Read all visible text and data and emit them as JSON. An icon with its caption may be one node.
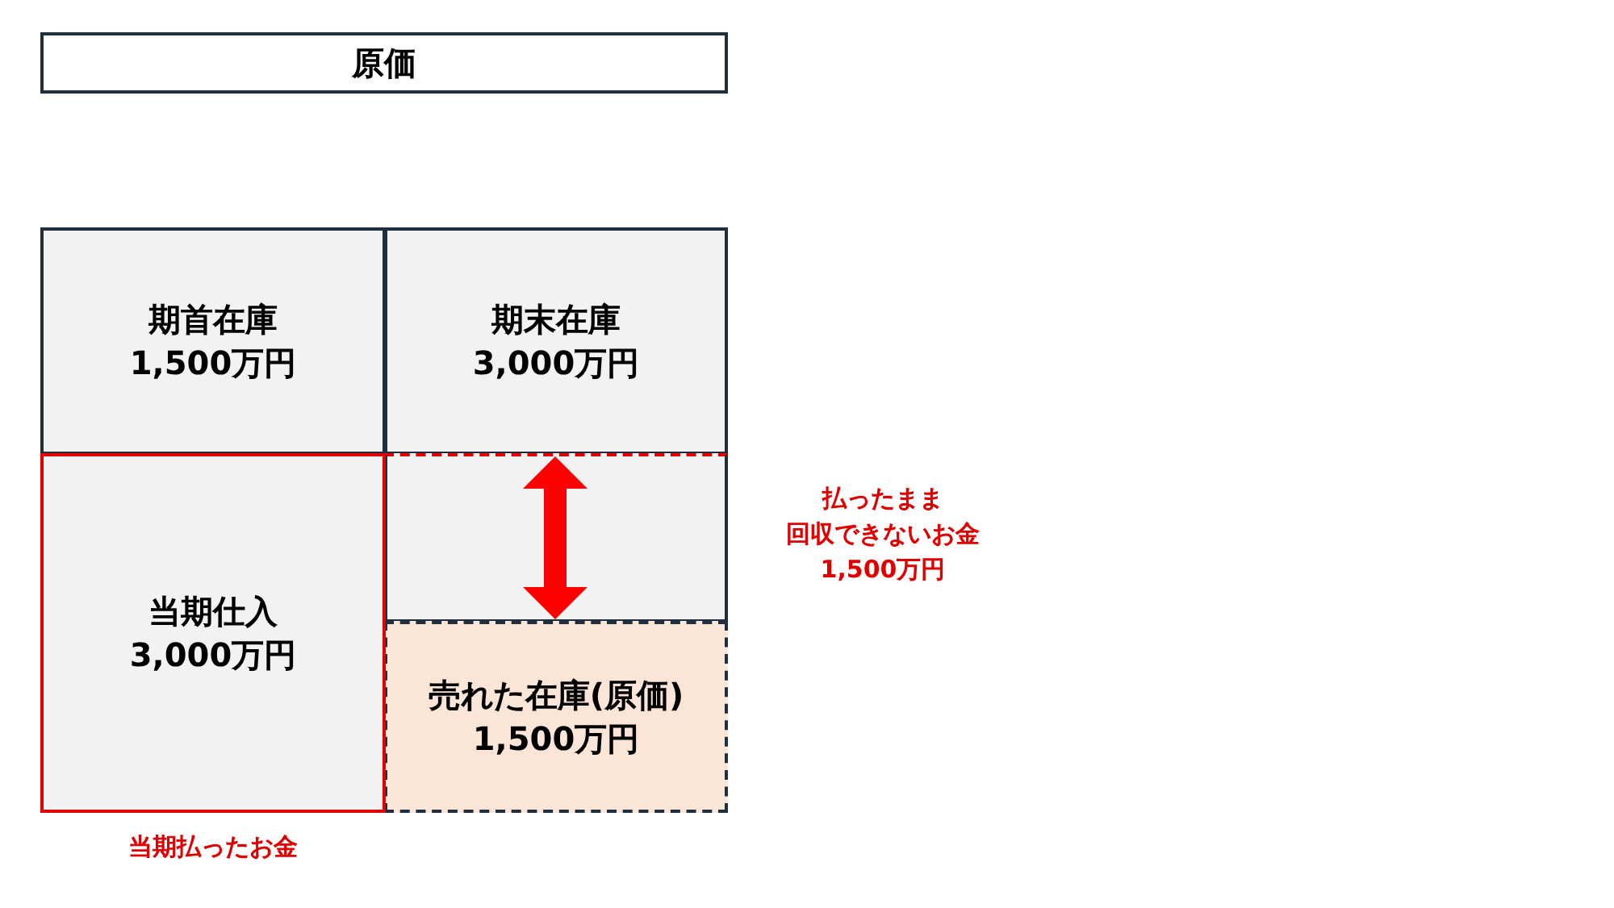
{
  "diagram": {
    "nodes": [
      {
        "text": [
          "原価"
        ]
      },
      {
        "text": [
          "期首在庫",
          "1,500万円"
        ]
      },
      {
        "text": [
          "期末在庫",
          "3,000万円"
        ]
      },
      {
        "text": [
          "当期仕入",
          "3,000万円"
        ],
        "beside": [
          "当期払ったお金"
        ]
      },
      {
        "text": [],
        "shape": "box"
      },
      {
        "text": [
          "売れた在庫(原価)",
          "1,500万円"
        ]
      }
    ],
    "edges": [],
    "labels": [
      "払ったまま",
      "回収できないお金",
      "1,500万円"
    ]
  }
}
